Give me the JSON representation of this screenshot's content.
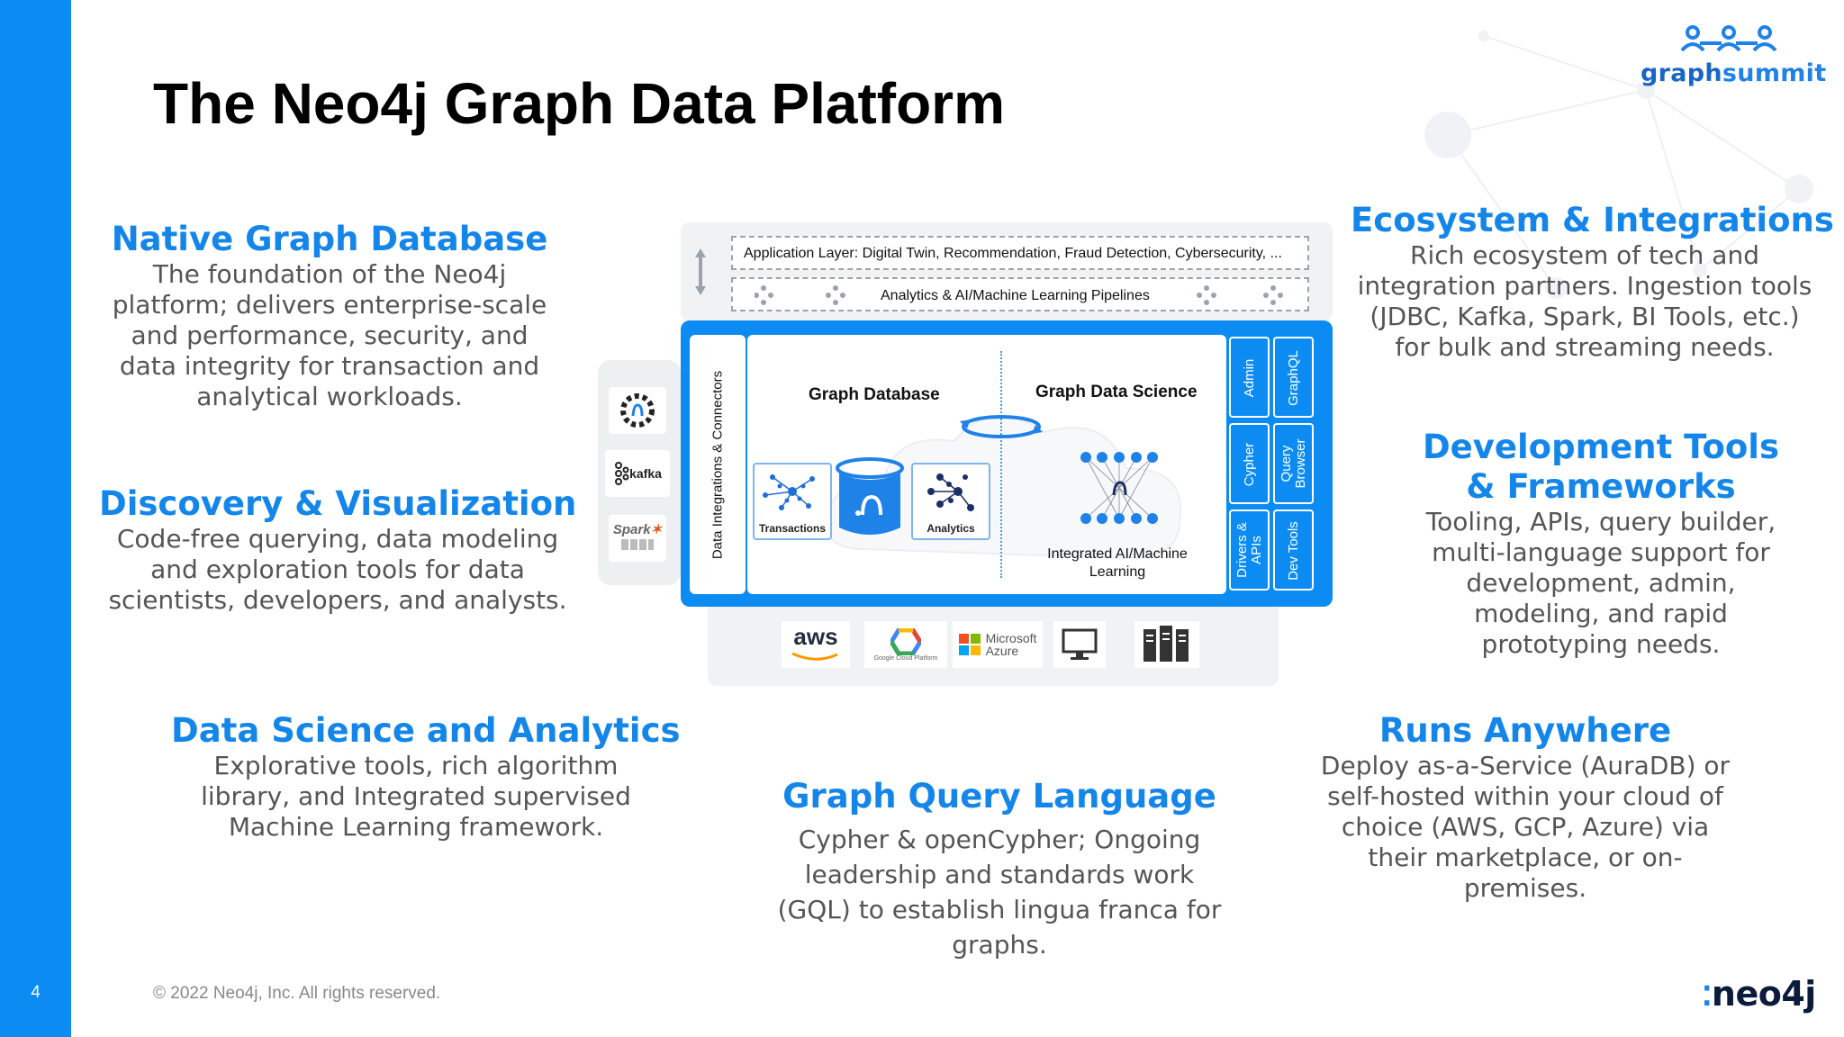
{
  "slide": {
    "title": "The Neo4j Graph Data Platform",
    "page_number": "4",
    "copyright": "© 2022 Neo4j, Inc. All rights reserved.",
    "brand_logo_part1": "graph",
    "brand_logo_part2": "summit",
    "footer_logo": "neo4j"
  },
  "features": {
    "native_graph_db": {
      "title": "Native Graph Database",
      "body": "The foundation of the Neo4j platform; delivers enterprise-scale and performance, security, and data integrity for transaction and analytical workloads."
    },
    "discovery": {
      "title": "Discovery & Visualization",
      "body": "Code-free querying, data modeling and exploration tools for data scientists, developers, and analysts."
    },
    "data_science": {
      "title": "Data Science and Analytics",
      "body": "Explorative tools, rich algorithm library, and Integrated supervised Machine Learning framework."
    },
    "query_language": {
      "title": "Graph Query Language",
      "body": "Cypher & openCypher; Ongoing leadership and standards work (GQL) to establish lingua franca for graphs."
    },
    "ecosystem": {
      "title": "Ecosystem & Integrations",
      "body": "Rich ecosystem of tech and integration partners. Ingestion tools (JDBC, Kafka, Spark, BI Tools, etc.) for bulk and streaming needs."
    },
    "dev_tools": {
      "title": "Development Tools & Frameworks",
      "body": "Tooling, APIs, query builder, multi-language support for development, admin, modeling, and rapid prototyping needs."
    },
    "runs_anywhere": {
      "title": "Runs Anywhere",
      "body": "Deploy as-a-Service (AuraDB) or self-hosted within your cloud of choice (AWS, GCP, Azure) via their marketplace, or on-premises."
    }
  },
  "diagram": {
    "app_layer": "Application Layer: Digital Twin, Recommendation, Fraud Detection, Cybersecurity, ...",
    "ml_pipelines": "Analytics & AI/Machine Learning Pipelines",
    "data_integrations": "Data Integrations & Connectors",
    "graph_database": "Graph Database",
    "graph_data_science": "Graph Data Science",
    "transactions": "Transactions",
    "analytics": "Analytics",
    "integrated_ml": "Integrated AI/Machine Learning",
    "right_cells": {
      "admin": "Admin",
      "graphql": "GraphQL",
      "cypher": "Cypher",
      "query_browser_1": "Query",
      "query_browser_2": "Browser",
      "drivers_1": "Drivers &",
      "drivers_2": "APIs",
      "dev_tools": "Dev Tools"
    },
    "connectors": {
      "kafka": "kafka",
      "spark": "Spark"
    },
    "clouds": {
      "aws": "aws",
      "gcp": "Google Cloud Platform",
      "azure_1": "Microsoft",
      "azure_2": "Azure"
    }
  },
  "colors": {
    "accent": "#0c8cf2",
    "heading": "#1486ea",
    "body_text": "#555555",
    "brand": "#1766c6"
  }
}
